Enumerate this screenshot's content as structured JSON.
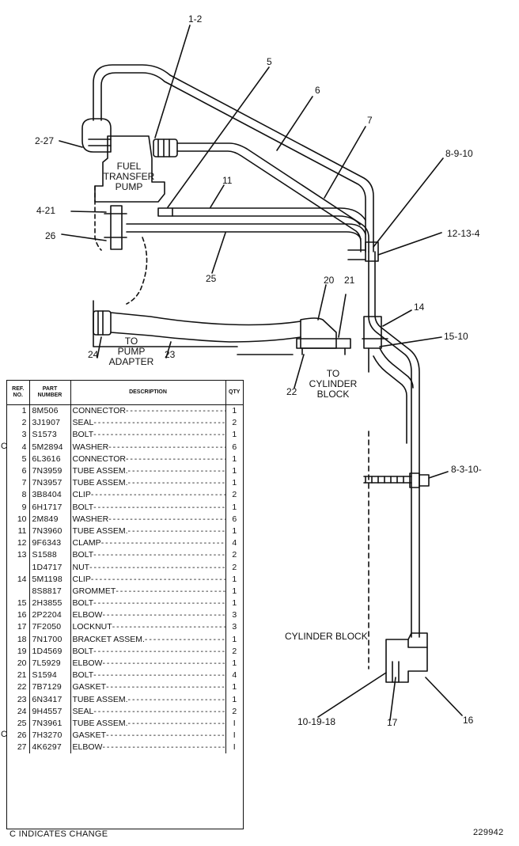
{
  "callouts": {
    "c1_2": "1-2",
    "c5": "5",
    "c6": "6",
    "c7": "7",
    "c8_9_10": "8-9-10",
    "c2_27": "2-27",
    "c11": "11",
    "c4_21": "4-21",
    "c26": "26",
    "c25": "25",
    "c12_13_4": "12-13-4",
    "c20": "20",
    "c21": "21",
    "c14": "14",
    "c15_10": "15-10",
    "c24": "24",
    "c23": "23",
    "c22": "22",
    "c8_3_10": "8-3-10-",
    "c10_19_18": "10-19-18",
    "c17": "17",
    "c16": "16"
  },
  "labels": {
    "fuel_transfer_pump": "FUEL\nTRANSFER\nPUMP",
    "to_pump_adapter": "TO\nPUMP\nADAPTER",
    "to_cylinder_block": "TO\nCYLINDER\nBLOCK",
    "cylinder_block": "CYLINDER BLOCK"
  },
  "table": {
    "headers": {
      "ref": "REF.\nNO.",
      "part": "PART\nNUMBER",
      "desc": "DESCRIPTION",
      "qty": "QTY"
    },
    "rows": [
      {
        "ref": "1",
        "part": "8M506",
        "desc": "CONNECTOR",
        "qty": "1",
        "c": ""
      },
      {
        "ref": "2",
        "part": "3J1907",
        "desc": "SEAL",
        "qty": "2",
        "c": ""
      },
      {
        "ref": "3",
        "part": "S1573",
        "desc": "BOLT",
        "qty": "1",
        "c": ""
      },
      {
        "ref": "4",
        "part": "5M2894",
        "desc": "WASHER",
        "qty": "6",
        "c": "C"
      },
      {
        "ref": "5",
        "part": "6L3616",
        "desc": "CONNECTOR",
        "qty": "1",
        "c": ""
      },
      {
        "ref": "6",
        "part": "7N3959",
        "desc": "TUBE ASSEM.",
        "qty": "1",
        "c": ""
      },
      {
        "ref": "7",
        "part": "7N3957",
        "desc": "TUBE ASSEM.",
        "qty": "1",
        "c": ""
      },
      {
        "ref": "8",
        "part": "3B8404",
        "desc": "CLIP",
        "qty": "2",
        "c": ""
      },
      {
        "ref": "9",
        "part": "6H1717",
        "desc": "BOLT",
        "qty": "1",
        "c": ""
      },
      {
        "ref": "10",
        "part": "2M849",
        "desc": "WASHER",
        "qty": "6",
        "c": ""
      },
      {
        "ref": "11",
        "part": "7N3960",
        "desc": "TUBE ASSEM.",
        "qty": "1",
        "c": ""
      },
      {
        "ref": "12",
        "part": "9F6343",
        "desc": "CLAMP",
        "qty": "4",
        "c": ""
      },
      {
        "ref": "13",
        "part": "S1588",
        "desc": "BOLT",
        "qty": "2",
        "c": ""
      },
      {
        "ref": "",
        "part": "1D4717",
        "desc": "NUT",
        "qty": "2",
        "c": ""
      },
      {
        "ref": "14",
        "part": "5M1198",
        "desc": "CLIP",
        "qty": "1",
        "c": ""
      },
      {
        "ref": "",
        "part": "8S8817",
        "desc": "GROMMET",
        "qty": "1",
        "c": ""
      },
      {
        "ref": "15",
        "part": "2H3855",
        "desc": "BOLT",
        "qty": "1",
        "c": ""
      },
      {
        "ref": "16",
        "part": "2P2204",
        "desc": "ELBOW",
        "qty": "3",
        "c": ""
      },
      {
        "ref": "17",
        "part": "7F2050",
        "desc": "LOCKNUT",
        "qty": "3",
        "c": ""
      },
      {
        "ref": "18",
        "part": "7N1700",
        "desc": "BRACKET ASSEM.",
        "qty": "1",
        "c": ""
      },
      {
        "ref": "19",
        "part": "1D4569",
        "desc": "BOLT",
        "qty": "2",
        "c": ""
      },
      {
        "ref": "20",
        "part": "7L5929",
        "desc": "ELBOW",
        "qty": "1",
        "c": ""
      },
      {
        "ref": "21",
        "part": "S1594",
        "desc": "BOLT",
        "qty": "4",
        "c": ""
      },
      {
        "ref": "22",
        "part": "7B7129",
        "desc": "GASKET",
        "qty": "1",
        "c": ""
      },
      {
        "ref": "23",
        "part": "6N3417",
        "desc": "TUBE ASSEM.",
        "qty": "1",
        "c": ""
      },
      {
        "ref": "24",
        "part": "9H4557",
        "desc": "SEAL",
        "qty": "2",
        "c": ""
      },
      {
        "ref": "25",
        "part": "7N3961",
        "desc": "TUBE ASSEM.",
        "qty": "I",
        "c": ""
      },
      {
        "ref": "26",
        "part": "7H3270",
        "desc": "GASKET",
        "qty": "I",
        "c": "C"
      },
      {
        "ref": "27",
        "part": "4K6297",
        "desc": "ELBOW",
        "qty": "I",
        "c": ""
      }
    ]
  },
  "footer_note": "C INDICATES CHANGE",
  "drawing_number": "229942"
}
